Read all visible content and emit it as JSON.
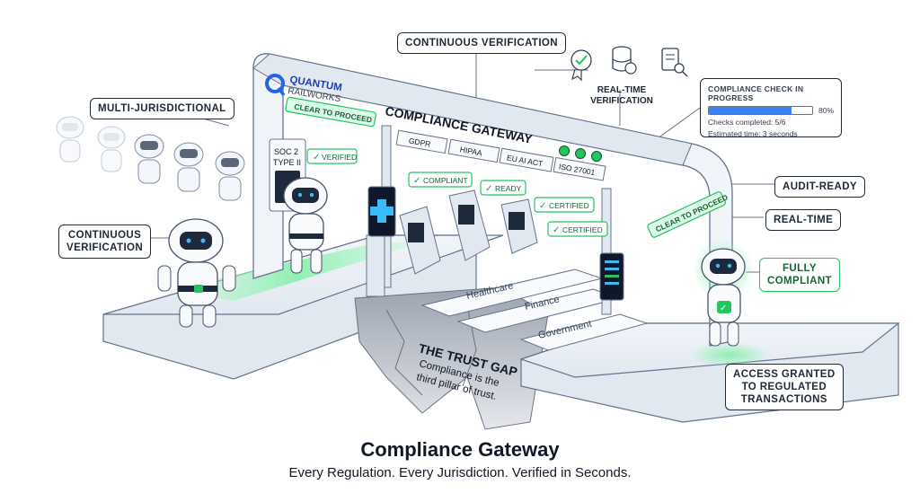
{
  "brand": {
    "name_line1": "QUANTUM",
    "name_line2": "RAILWORKS"
  },
  "gateway": {
    "title": "COMPLIANCE GATEWAY",
    "left_sign": "CLEAR TO PROCEED",
    "right_sign": "CLEAR TO PROCEED",
    "status_light_color": "#22c55e",
    "standards": [
      "GDPR",
      "HIPAA",
      "EU AI ACT",
      "ISO 27001"
    ],
    "soc2_line1": "SOC 2",
    "soc2_line2": "TYPE II"
  },
  "checks": [
    "VERIFIED",
    "COMPLIANT",
    "READY",
    "CERTIFIED",
    "CERTIFIED"
  ],
  "lanes": [
    "Healthcare",
    "Finance",
    "Government"
  ],
  "gap": {
    "title": "THE TRUST GAP",
    "line1": "Compliance is the",
    "line2": "third pillar of trust."
  },
  "callouts": {
    "continuous_top": "CONTINUOUS VERIFICATION",
    "realtime_verification_line1": "REAL-TIME",
    "realtime_verification_line2": "VERIFICATION",
    "multi": "MULTI-JURISDICTIONAL",
    "continuous_left_line1": "CONTINUOUS",
    "continuous_left_line2": "VERIFICATION",
    "audit": "AUDIT-READY",
    "realtime": "REAL-TIME",
    "fully_line1": "FULLY",
    "fully_line2": "COMPLIANT",
    "access_line1": "ACCESS GRANTED",
    "access_line2": "TO REGULATED",
    "access_line3": "TRANSACTIONS"
  },
  "progress": {
    "title": "COMPLIANCE CHECK IN PROGRESS",
    "percent_label": "80%",
    "fraction": 0.8,
    "checks_line": "Checks completed: 5/6",
    "time_line": "Estimated time: 3 seconds"
  },
  "footer": {
    "title": "Compliance Gateway",
    "subtitle": "Every Regulation. Every Jurisdiction. Verified in Seconds."
  },
  "icons": [
    "certificate-badge-icon",
    "database-lock-icon",
    "document-search-icon"
  ],
  "colors": {
    "accent_green": "#22c55e",
    "accent_blue": "#38bdf8",
    "ink": "#1f2937"
  }
}
